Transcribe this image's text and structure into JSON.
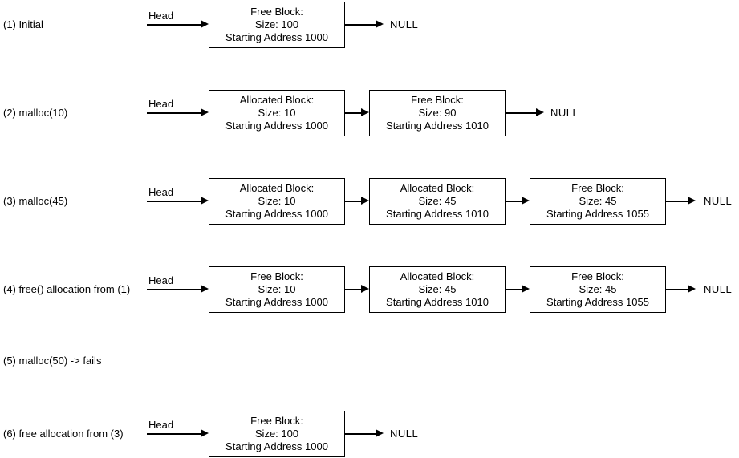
{
  "diagram": {
    "title_semantic": "malloc-free linked list states",
    "background_color": "#ffffff",
    "line_color": "#000000",
    "rows": [
      {
        "label": "(1) Initial",
        "head": "Head",
        "terminal": "NULL",
        "nodes": [
          {
            "title": "Free Block:",
            "size": "Size: 100",
            "address": "Starting Address 1000"
          }
        ]
      },
      {
        "label": "(2) malloc(10)",
        "head": "Head",
        "terminal": "NULL",
        "nodes": [
          {
            "title": "Allocated Block:",
            "size": "Size: 10",
            "address": "Starting Address 1000"
          },
          {
            "title": "Free Block:",
            "size": "Size: 90",
            "address": "Starting Address 1010"
          }
        ]
      },
      {
        "label": "(3) malloc(45)",
        "head": "Head",
        "terminal": "NULL",
        "nodes": [
          {
            "title": "Allocated Block:",
            "size": "Size: 10",
            "address": "Starting Address 1000"
          },
          {
            "title": "Allocated Block:",
            "size": "Size: 45",
            "address": "Starting Address 1010"
          },
          {
            "title": "Free Block:",
            "size": "Size: 45",
            "address": "Starting Address 1055"
          }
        ]
      },
      {
        "label": "(4) free() allocation from (1)",
        "head": "Head",
        "terminal": "NULL",
        "nodes": [
          {
            "title": "Free Block:",
            "size": "Size: 10",
            "address": "Starting Address 1000"
          },
          {
            "title": "Allocated Block:",
            "size": "Size: 45",
            "address": "Starting Address 1010"
          },
          {
            "title": "Free Block:",
            "size": "Size: 45",
            "address": "Starting Address 1055"
          }
        ]
      },
      {
        "label": "(5) malloc(50) -> fails",
        "head": null,
        "terminal": null,
        "nodes": []
      },
      {
        "label": "(6) free allocation from (3)",
        "head": "Head",
        "terminal": "NULL",
        "nodes": [
          {
            "title": "Free Block:",
            "size": "Size: 100",
            "address": "Starting Address 1000"
          }
        ]
      }
    ]
  }
}
